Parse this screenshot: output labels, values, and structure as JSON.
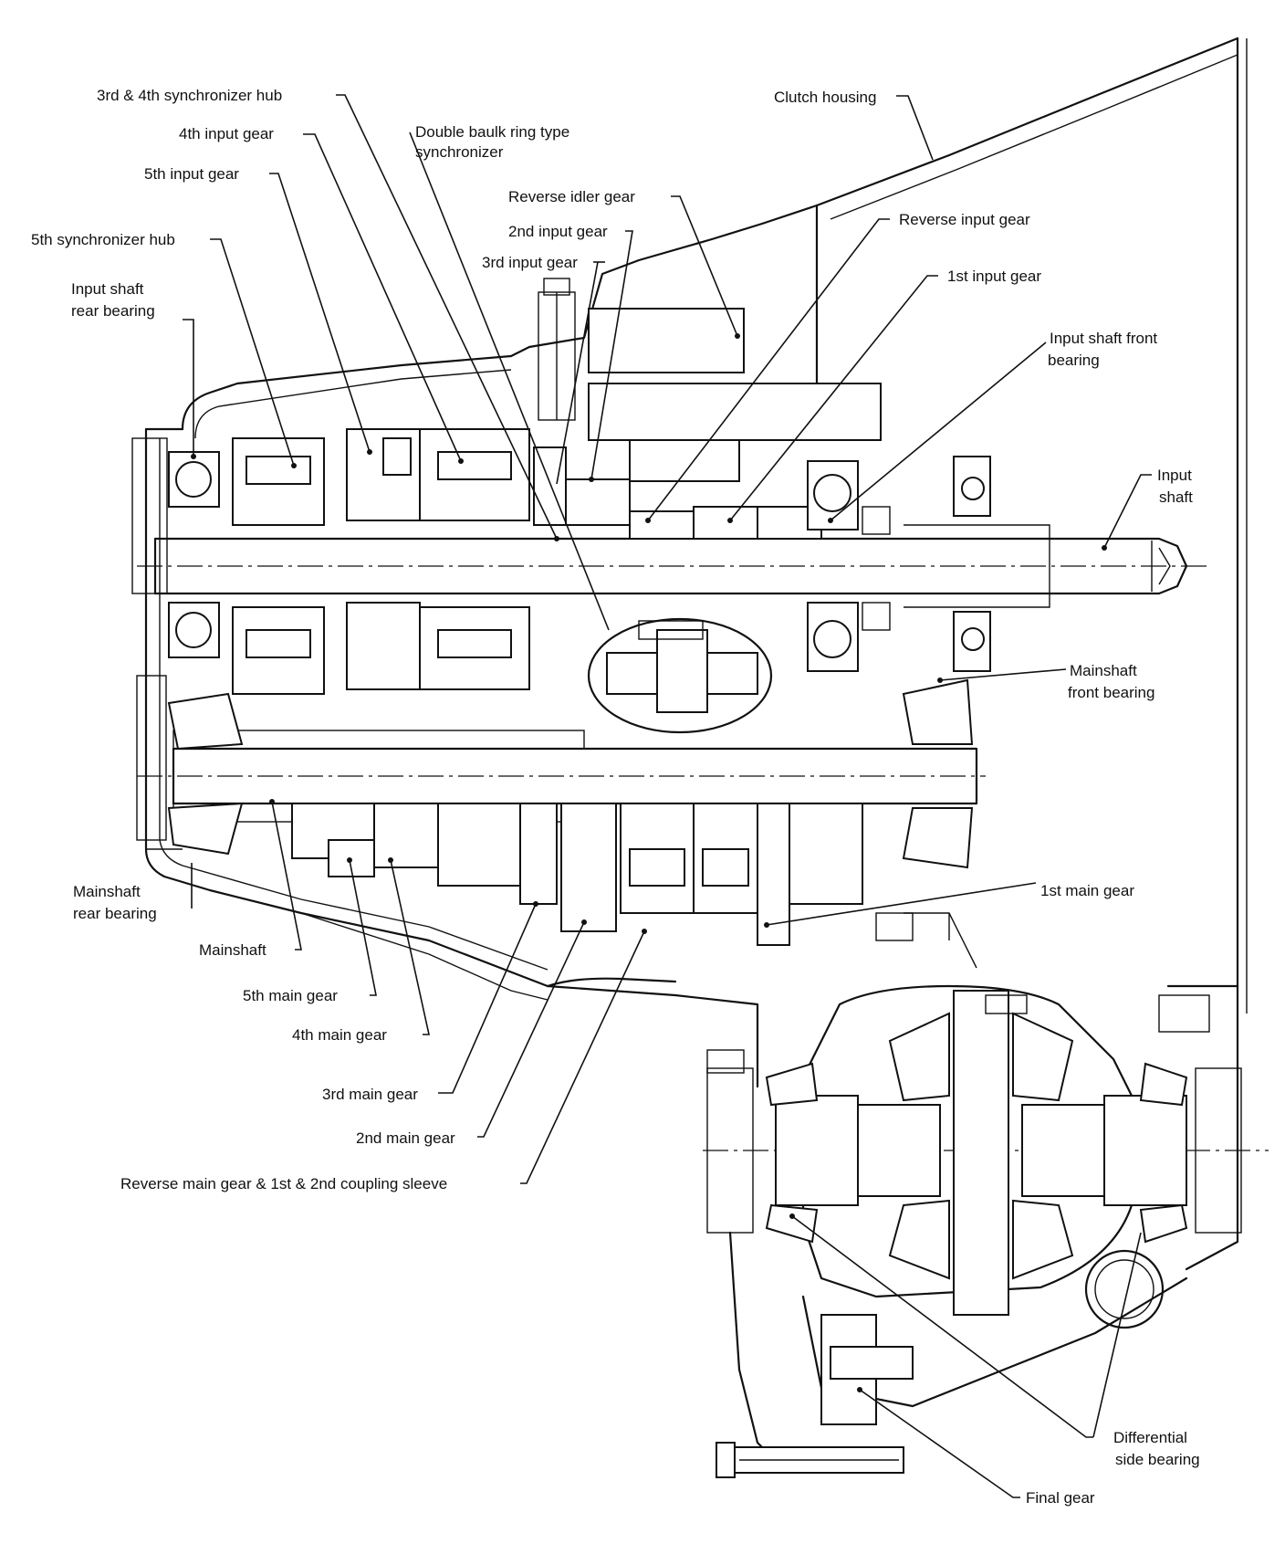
{
  "labels": {
    "syn_hub_34": "3rd & 4th synchronizer hub",
    "input_gear_4": "4th input gear",
    "double_baulk_1": "Double baulk ring type",
    "double_baulk_2": "synchronizer",
    "input_gear_5": "5th input gear",
    "syn_hub_5": "5th synchronizer hub",
    "input_rear_brg_1": "Input shaft",
    "input_rear_brg_2": "rear bearing",
    "clutch_housing": "Clutch housing",
    "rev_idler": "Reverse idler gear",
    "input_gear_2": "2nd input gear",
    "input_gear_3": "3rd input gear",
    "rev_input": "Reverse input gear",
    "input_gear_1": "1st input gear",
    "input_front_brg_1": "Input shaft front",
    "input_front_brg_2": "bearing",
    "input_shaft_1": "Input",
    "input_shaft_2": "shaft",
    "main_front_brg_1": "Mainshaft",
    "main_front_brg_2": "front bearing",
    "main_gear_1": "1st main gear",
    "main_rear_brg_1": "Mainshaft",
    "main_rear_brg_2": "rear bearing",
    "mainshaft": "Mainshaft",
    "main_gear_5": "5th main gear",
    "main_gear_4": "4th main gear",
    "main_gear_3": "3rd main gear",
    "main_gear_2": "2nd main gear",
    "rev_main": "Reverse main gear & 1st & 2nd coupling sleeve",
    "diff_brg_1": "Differential",
    "diff_brg_2": "side bearing",
    "final_gear": "Final gear"
  }
}
